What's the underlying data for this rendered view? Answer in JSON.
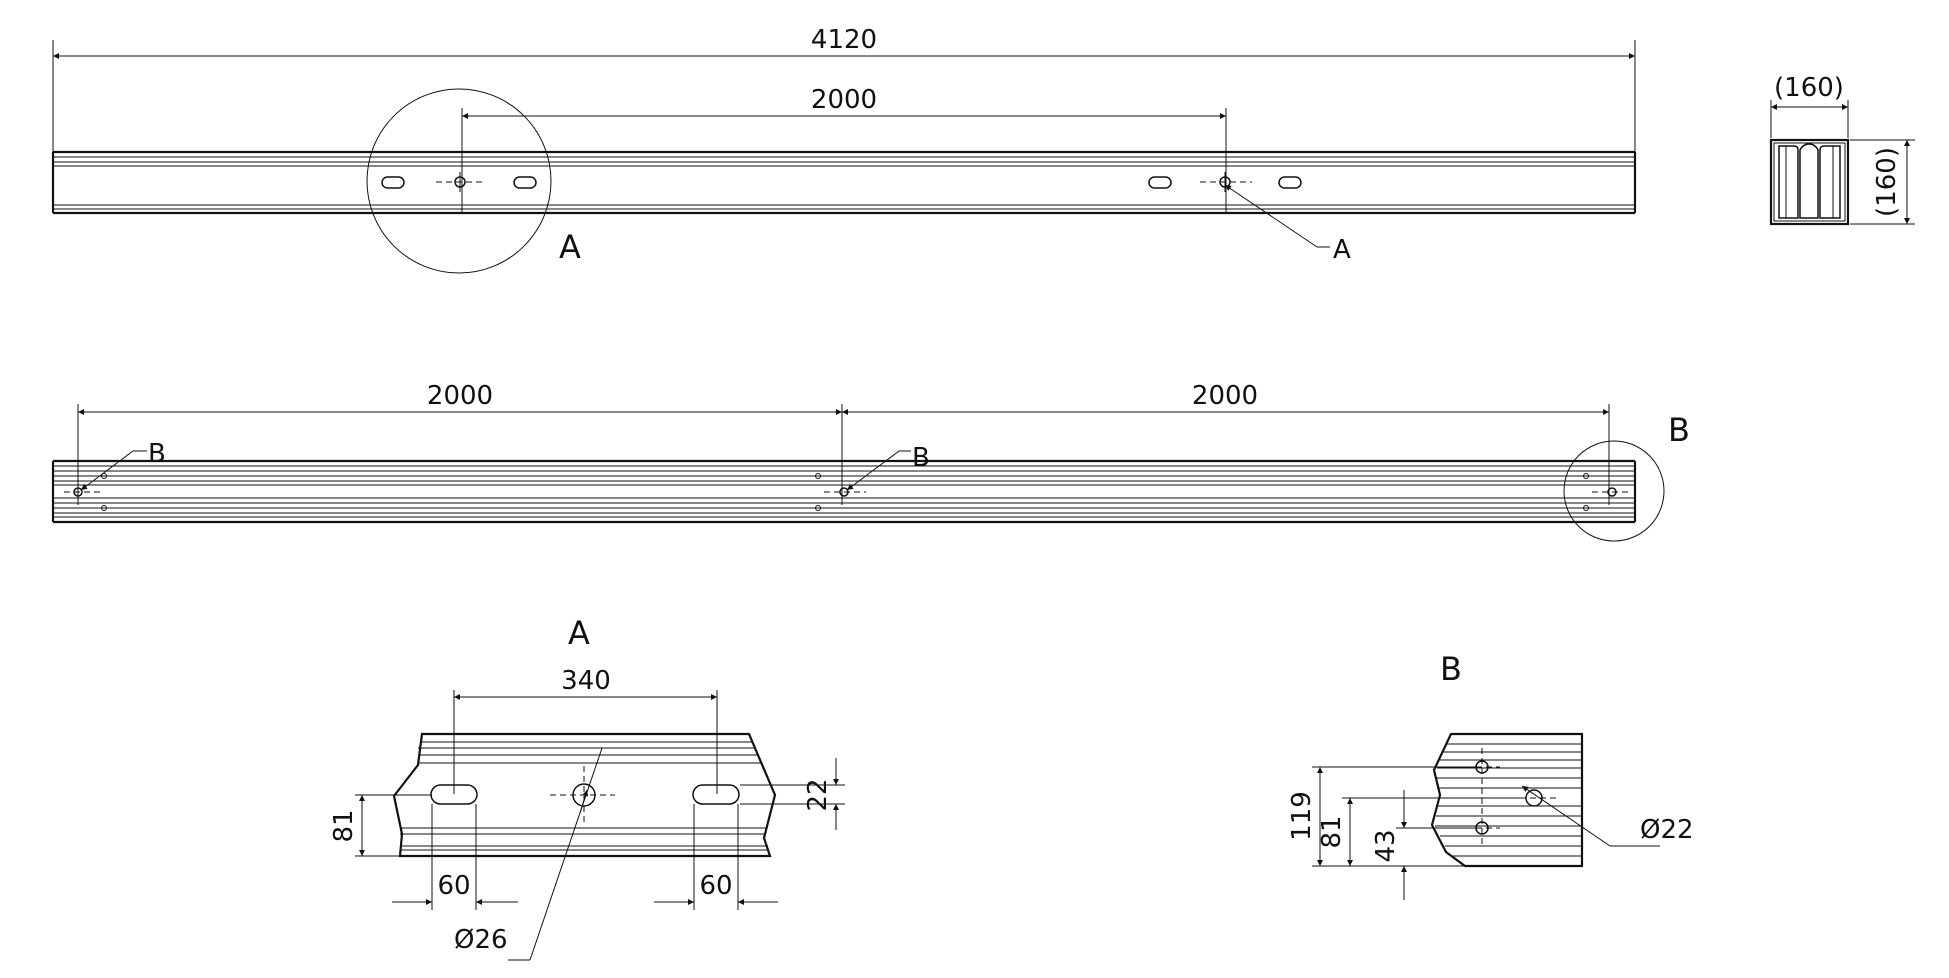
{
  "dimensions": {
    "top_total": "4120",
    "top_hole_spacing": "2000",
    "side_width": "(160)",
    "side_height": "(160)",
    "mid_span_left": "2000",
    "mid_span_right": "2000",
    "detail_a_slot_spacing": "340",
    "detail_a_height": "81",
    "detail_a_offset": "22",
    "detail_a_slot_left": "60",
    "detail_a_slot_right": "60",
    "detail_a_diameter": "Ø26",
    "detail_b_119": "119",
    "detail_b_81": "81",
    "detail_b_43": "43",
    "detail_b_diameter": "Ø22"
  },
  "labels": {
    "detail_a_circle": "A",
    "detail_a_leader": "A",
    "detail_b_leader_left": "B",
    "detail_b_leader_mid": "B",
    "detail_b_circle": "B",
    "detail_a_title": "A",
    "detail_b_title": "B"
  }
}
